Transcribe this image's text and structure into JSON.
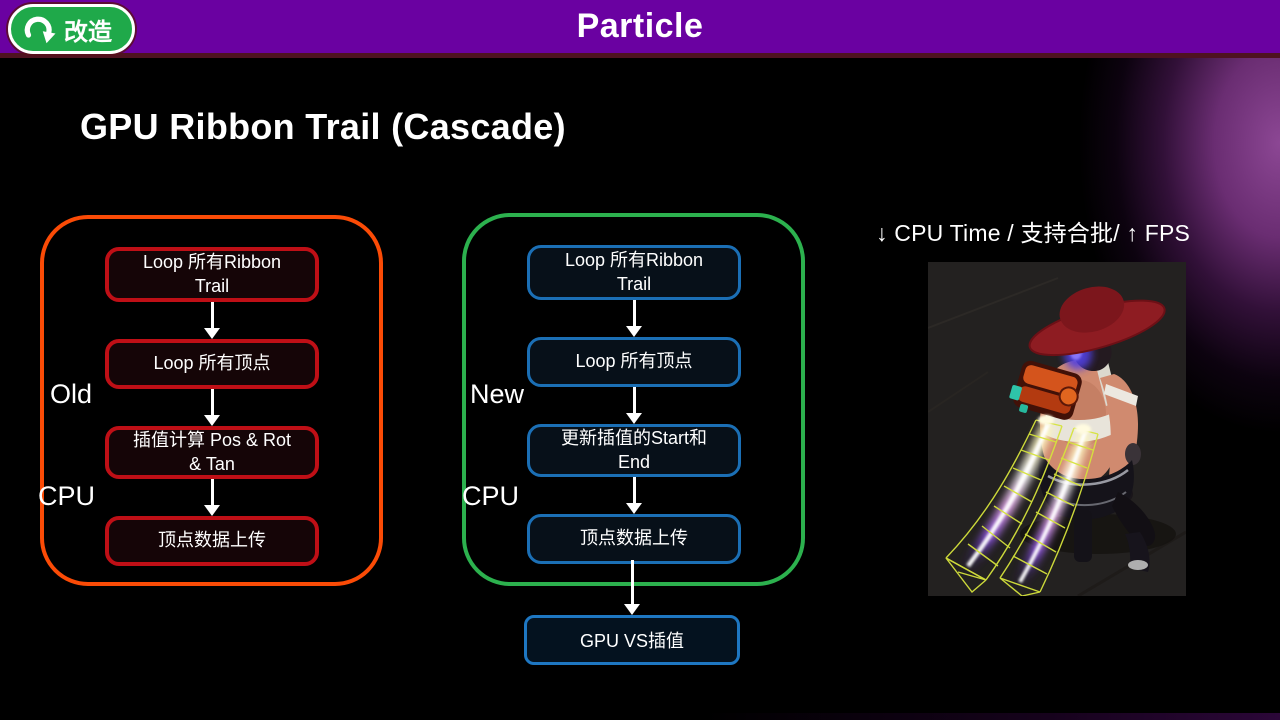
{
  "header": {
    "title": "Particle",
    "badge_label": "改造"
  },
  "slide": {
    "title": "GPU Ribbon Trail (Cascade)"
  },
  "old_flow": {
    "label_top": "Old",
    "label_bottom": "CPU",
    "nodes": [
      {
        "label": "Loop 所有Ribbon\nTrail"
      },
      {
        "label": "Loop 所有顶点"
      },
      {
        "label": "插值计算 Pos & Rot\n& Tan"
      },
      {
        "label": "顶点数据上传"
      }
    ]
  },
  "new_flow": {
    "label_top": "New",
    "label_bottom": "CPU",
    "nodes": [
      {
        "label": "Loop 所有Ribbon\nTrail"
      },
      {
        "label": "Loop 所有顶点"
      },
      {
        "label": "更新插值的Start和\nEnd"
      },
      {
        "label": "顶点数据上传"
      }
    ],
    "gpu_node": {
      "label": "GPU VS插值"
    }
  },
  "annotation": {
    "text": "↓ CPU Time / 支持合批/ ↑ FPS"
  },
  "icons": {
    "badge_icon": "curved-undo-arrow",
    "flow_arrow": "down-arrow"
  },
  "colors": {
    "header_bg": "#6a01a1",
    "header_divider": "#4e1220",
    "badge_green": "#1fa94a",
    "old_container_border": "#fb4b06",
    "old_node_border": "#bf0f16",
    "new_container_border": "#2cb14e",
    "new_node_border": "#1b6fb5",
    "glow_purple": "#8c4794",
    "trail_yellow": "#d6e33c",
    "trail_purple": "#9357ea"
  }
}
